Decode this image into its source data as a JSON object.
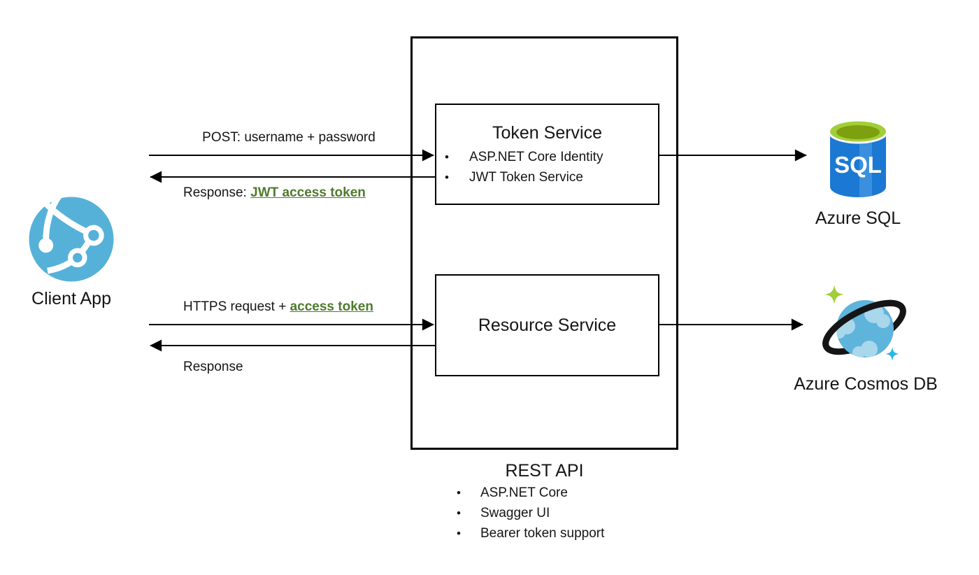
{
  "colors": {
    "highlight_green": "#4e7b2d",
    "client_blue": "#56b1d9",
    "sql_body_blue": "#1c79d3",
    "sql_body_light": "#3a90de",
    "sql_top_rim": "#a2ce39",
    "sql_top_inner": "#7da00e",
    "cosmos_planet": "#5fb4dc",
    "cosmos_patch": "#a9d7ec",
    "cosmos_ring": "#151515",
    "cosmos_sparkle_green": "#a2ce39",
    "cosmos_sparkle_blue": "#28b7ea"
  },
  "bullet_char": "•",
  "client": {
    "label": "Client App"
  },
  "rest_api": {
    "title": "REST API",
    "bullets": [
      "ASP.NET Core",
      "Swagger UI",
      "Bearer token support"
    ],
    "token_service": {
      "title": "Token Service",
      "bullets": [
        "ASP.NET Core Identity",
        "JWT Token Service"
      ]
    },
    "resource_service": {
      "title": "Resource Service"
    }
  },
  "azure_sql": {
    "label": "Azure SQL",
    "icon_text": "SQL"
  },
  "azure_cosmos": {
    "label": "Azure Cosmos DB"
  },
  "flows": {
    "post": {
      "label": "POST: username + password"
    },
    "token_response": {
      "prefix": "Response: ",
      "highlight": "JWT access token"
    },
    "request": {
      "prefix": "HTTPS request + ",
      "highlight": "access token"
    },
    "response": {
      "label": "Response"
    }
  }
}
